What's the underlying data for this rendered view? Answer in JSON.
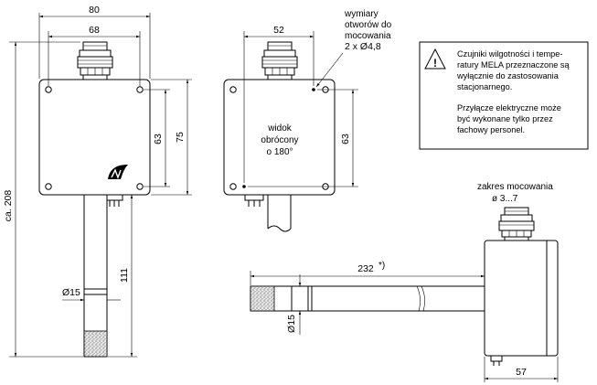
{
  "dimensions": {
    "front_width_outer": "80",
    "front_width_holes": "68",
    "front_height_holes": "63",
    "front_height_outer": "75",
    "overall_height": "ca. 208",
    "probe_length_front": "111",
    "probe_diameter_front": "Ø15",
    "back_width_holes": "52",
    "back_height_holes": "63",
    "probe_length_side": "232",
    "probe_length_side_note": "*)",
    "probe_diameter_side": "Ø15",
    "side_depth": "57"
  },
  "mounting_note": {
    "line1": "wymiary",
    "line2": "otworów do",
    "line3": "mocowania",
    "line4": "2 x Ø4,8"
  },
  "back_view_label": {
    "line1": "widok",
    "line2": "obrócony",
    "line3": "o 180°"
  },
  "clamp_range": {
    "line1": "zakres mocowania",
    "line2": "ø  3...7"
  },
  "warning": {
    "symbol": "!",
    "lines": [
      "Czujniki wilgotności i tempe-",
      "ratury MELA przeznaczone są",
      "wyłącznie do zastosowania",
      "stacjonarnego."
    ],
    "lines2": [
      "Przyłącze elektryczne może",
      "być wykonane tylko przez",
      "fachowy personel."
    ]
  }
}
